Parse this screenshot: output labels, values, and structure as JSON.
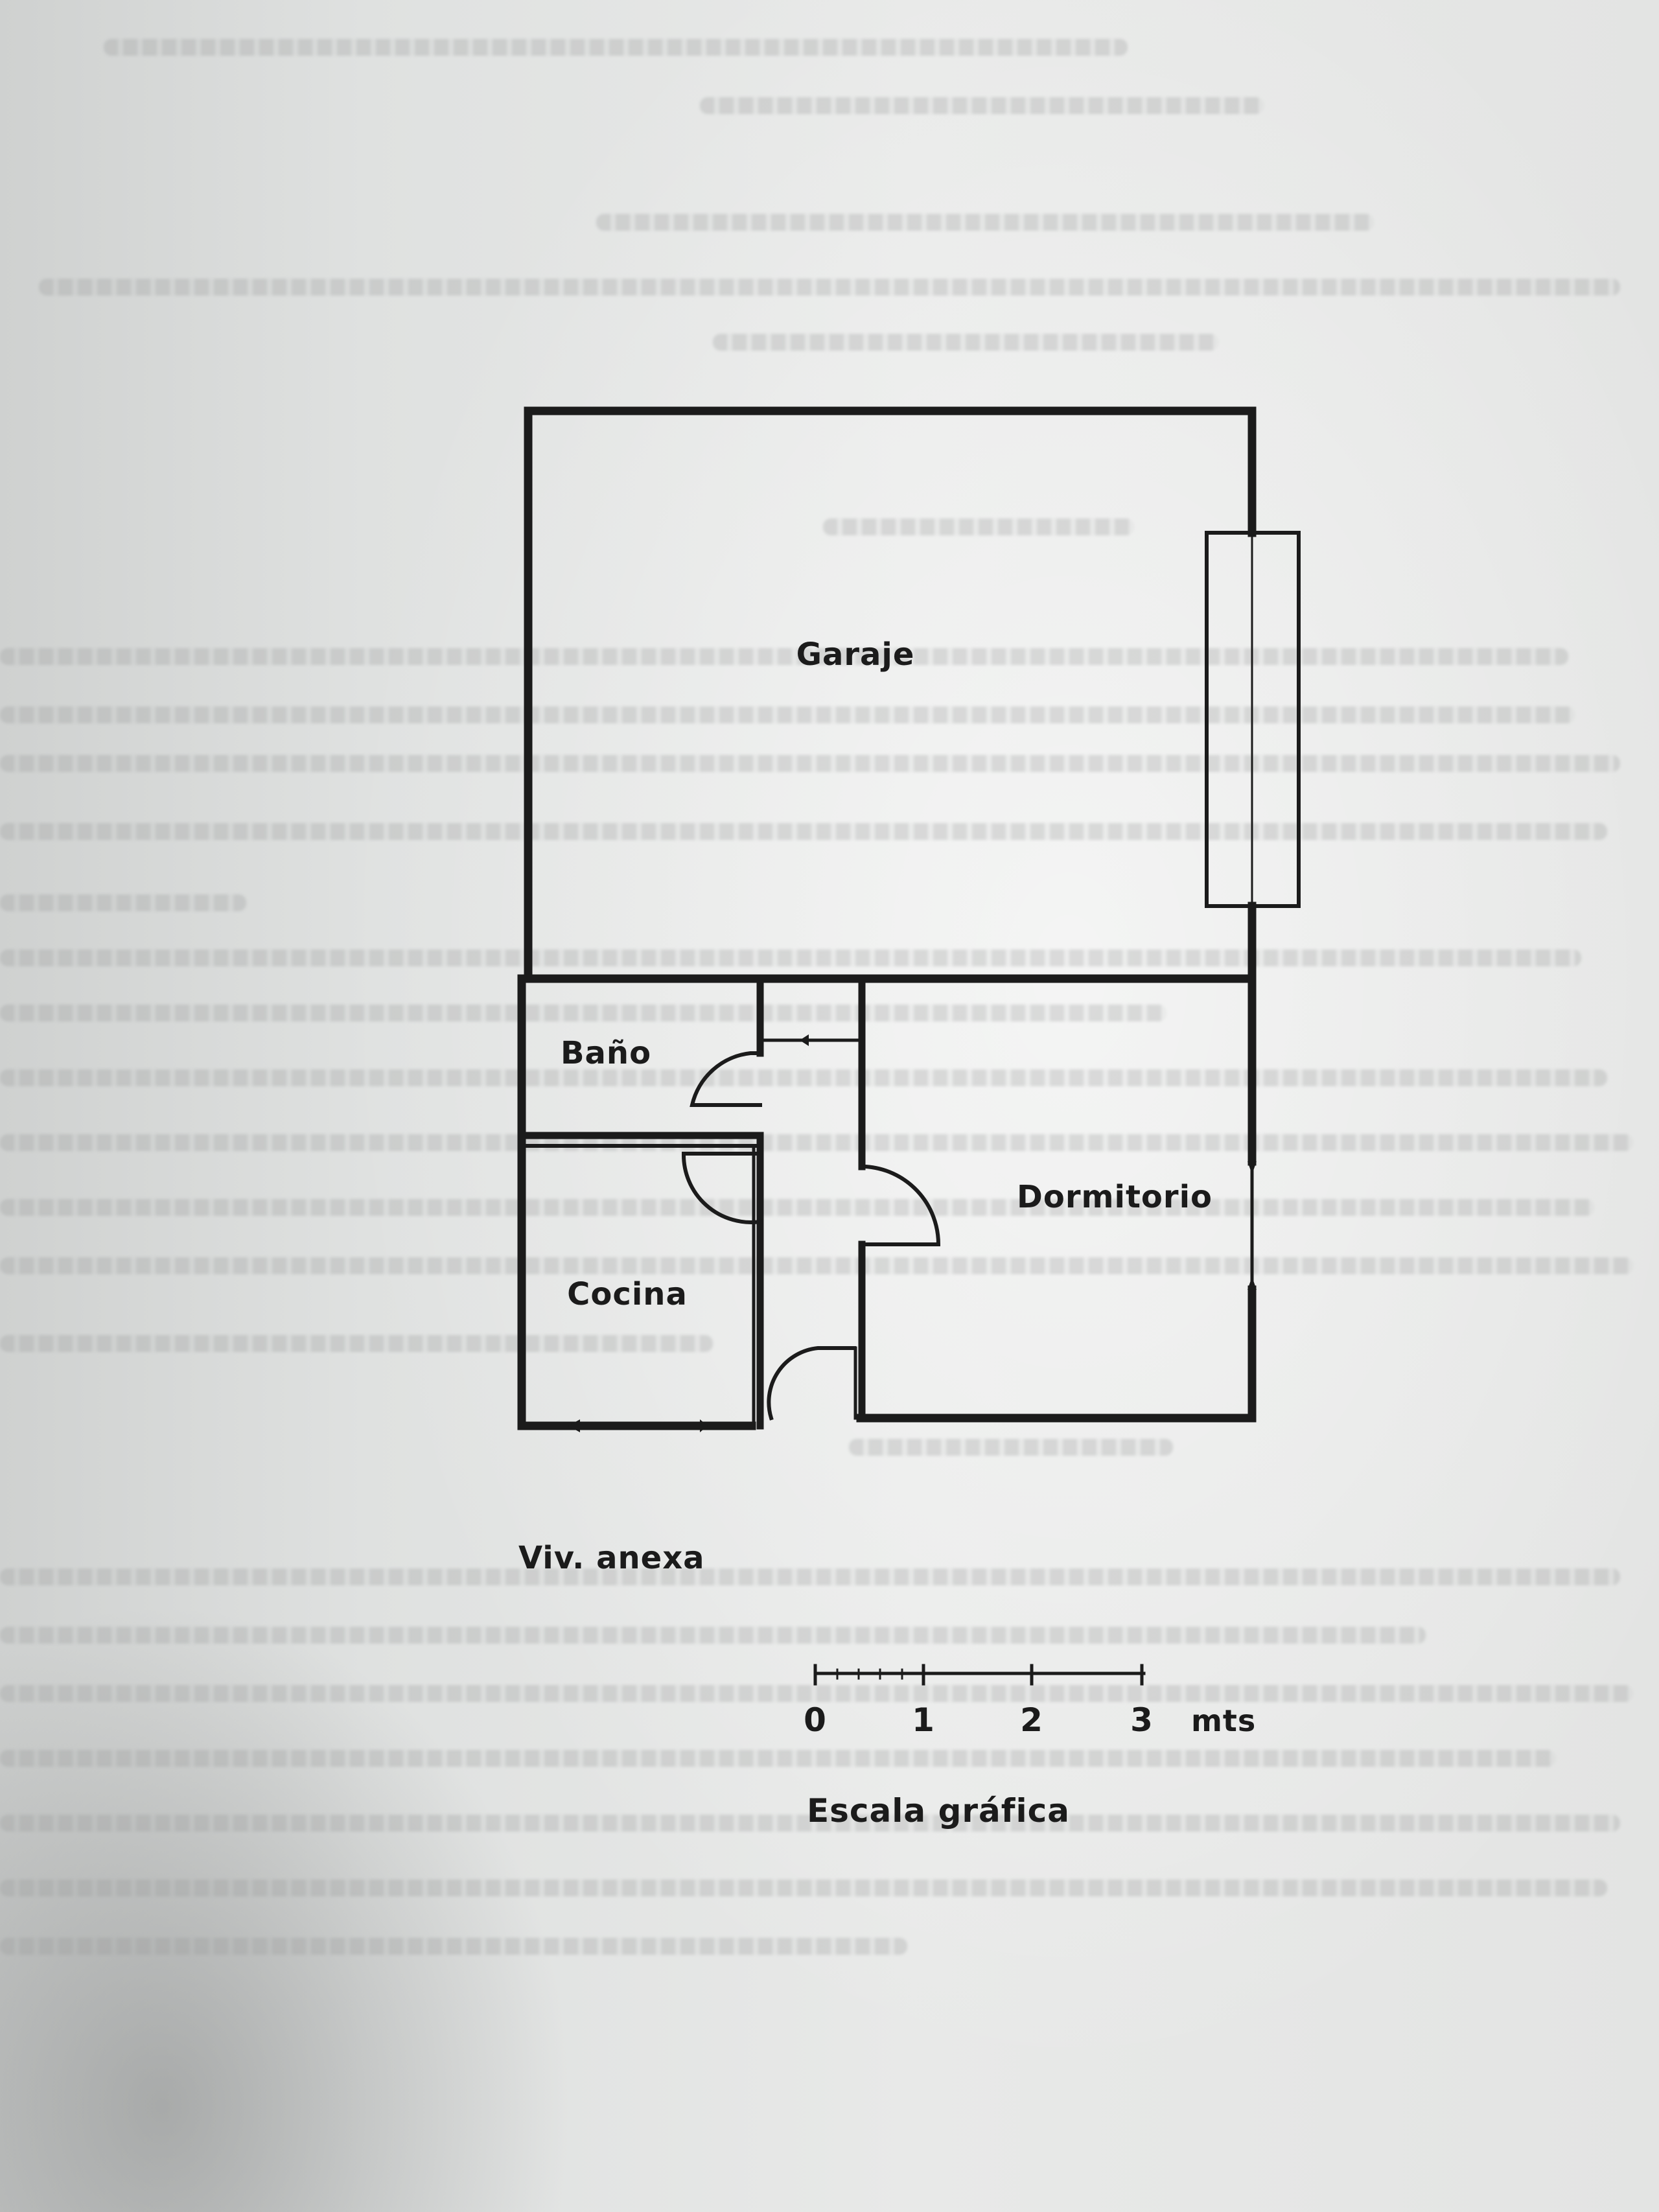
{
  "rooms": {
    "garaje": "Garaje",
    "bano": "Baño",
    "dormitorio": "Dormitorio",
    "cocina": "Cocina"
  },
  "caption": "Viv. anexa",
  "scale": {
    "ticks": [
      "0",
      "1",
      "2",
      "3"
    ],
    "unit": "mts",
    "title": "Escala gráfica"
  },
  "colors": {
    "ink": "#1b1b1b",
    "paper": "#e6e7e6"
  }
}
